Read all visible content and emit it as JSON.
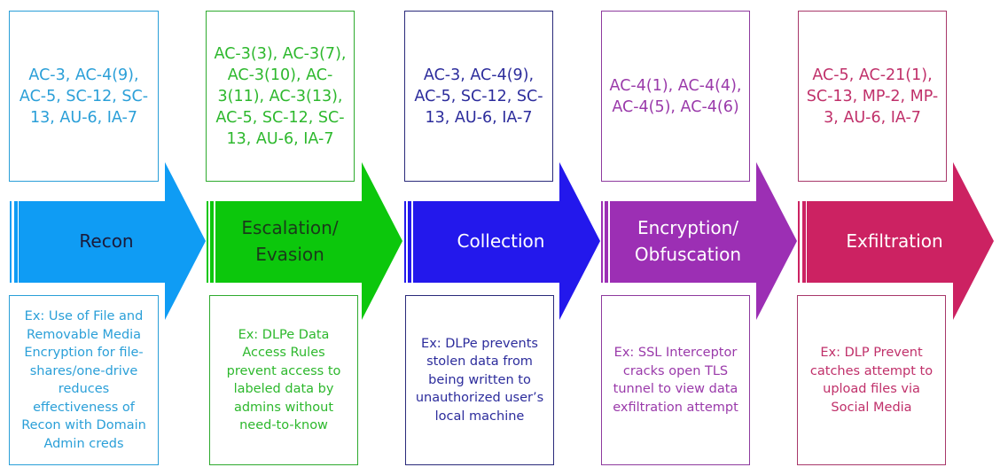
{
  "stages": [
    {
      "name": "Recon",
      "controls": "AC-3, AC-4(9), AC-5, SC-12, SC-13, AU-6, IA-7",
      "example": "Ex: Use of File and Removable Media Encryption for file-shares/one-drive reduces effectiveness of Recon with Domain Admin creds",
      "color": "#0f9cf4",
      "border_color": "#2a9fd8",
      "text_color": "#2a9fd8",
      "label_color": "#1a1a3a"
    },
    {
      "name": "Escalation/ Evasion",
      "controls": "AC-3(3), AC-3(7), AC-3(10), AC-3(11), AC-3(13), AC-5, SC-12, SC-13, AU-6, IA-7",
      "example": "Ex: DLPe Data Access Rules prevent access to labeled data by admins without need-to-know",
      "color": "#0cc70c",
      "border_color": "#2eaa2e",
      "text_color": "#2db82d",
      "label_color": "#1a3a1a"
    },
    {
      "name": "Collection",
      "controls": "AC-3, AC-4(9), AC-5, SC-12, SC-13, AU-6, IA-7",
      "example": "Ex: DLPe prevents stolen data from being written to unauthorized user’s local machine",
      "color": "#2318ec",
      "border_color": "#2a2a7a",
      "text_color": "#2c2c9c",
      "label_color": "#ffffff"
    },
    {
      "name": "Encryption/ Obfuscation",
      "controls": "AC-4(1), AC-4(4), AC-4(5), AC-4(6)",
      "example": "Ex: SSL Interceptor cracks open TLS tunnel to view data exfiltration attempt",
      "color": "#9c2fb4",
      "border_color": "#8e3a9e",
      "text_color": "#9a3aaa",
      "label_color": "#ffffff"
    },
    {
      "name": "Exfiltration",
      "controls": "AC-5, AC-21(1), SC-13, MP-2, MP-3, AU-6, IA-7",
      "example": "Ex: DLP Prevent catches attempt to upload files via Social Media",
      "color": "#cc2262",
      "border_color": "#a8386a",
      "text_color": "#c0306a",
      "label_color": "#ffffff"
    }
  ]
}
